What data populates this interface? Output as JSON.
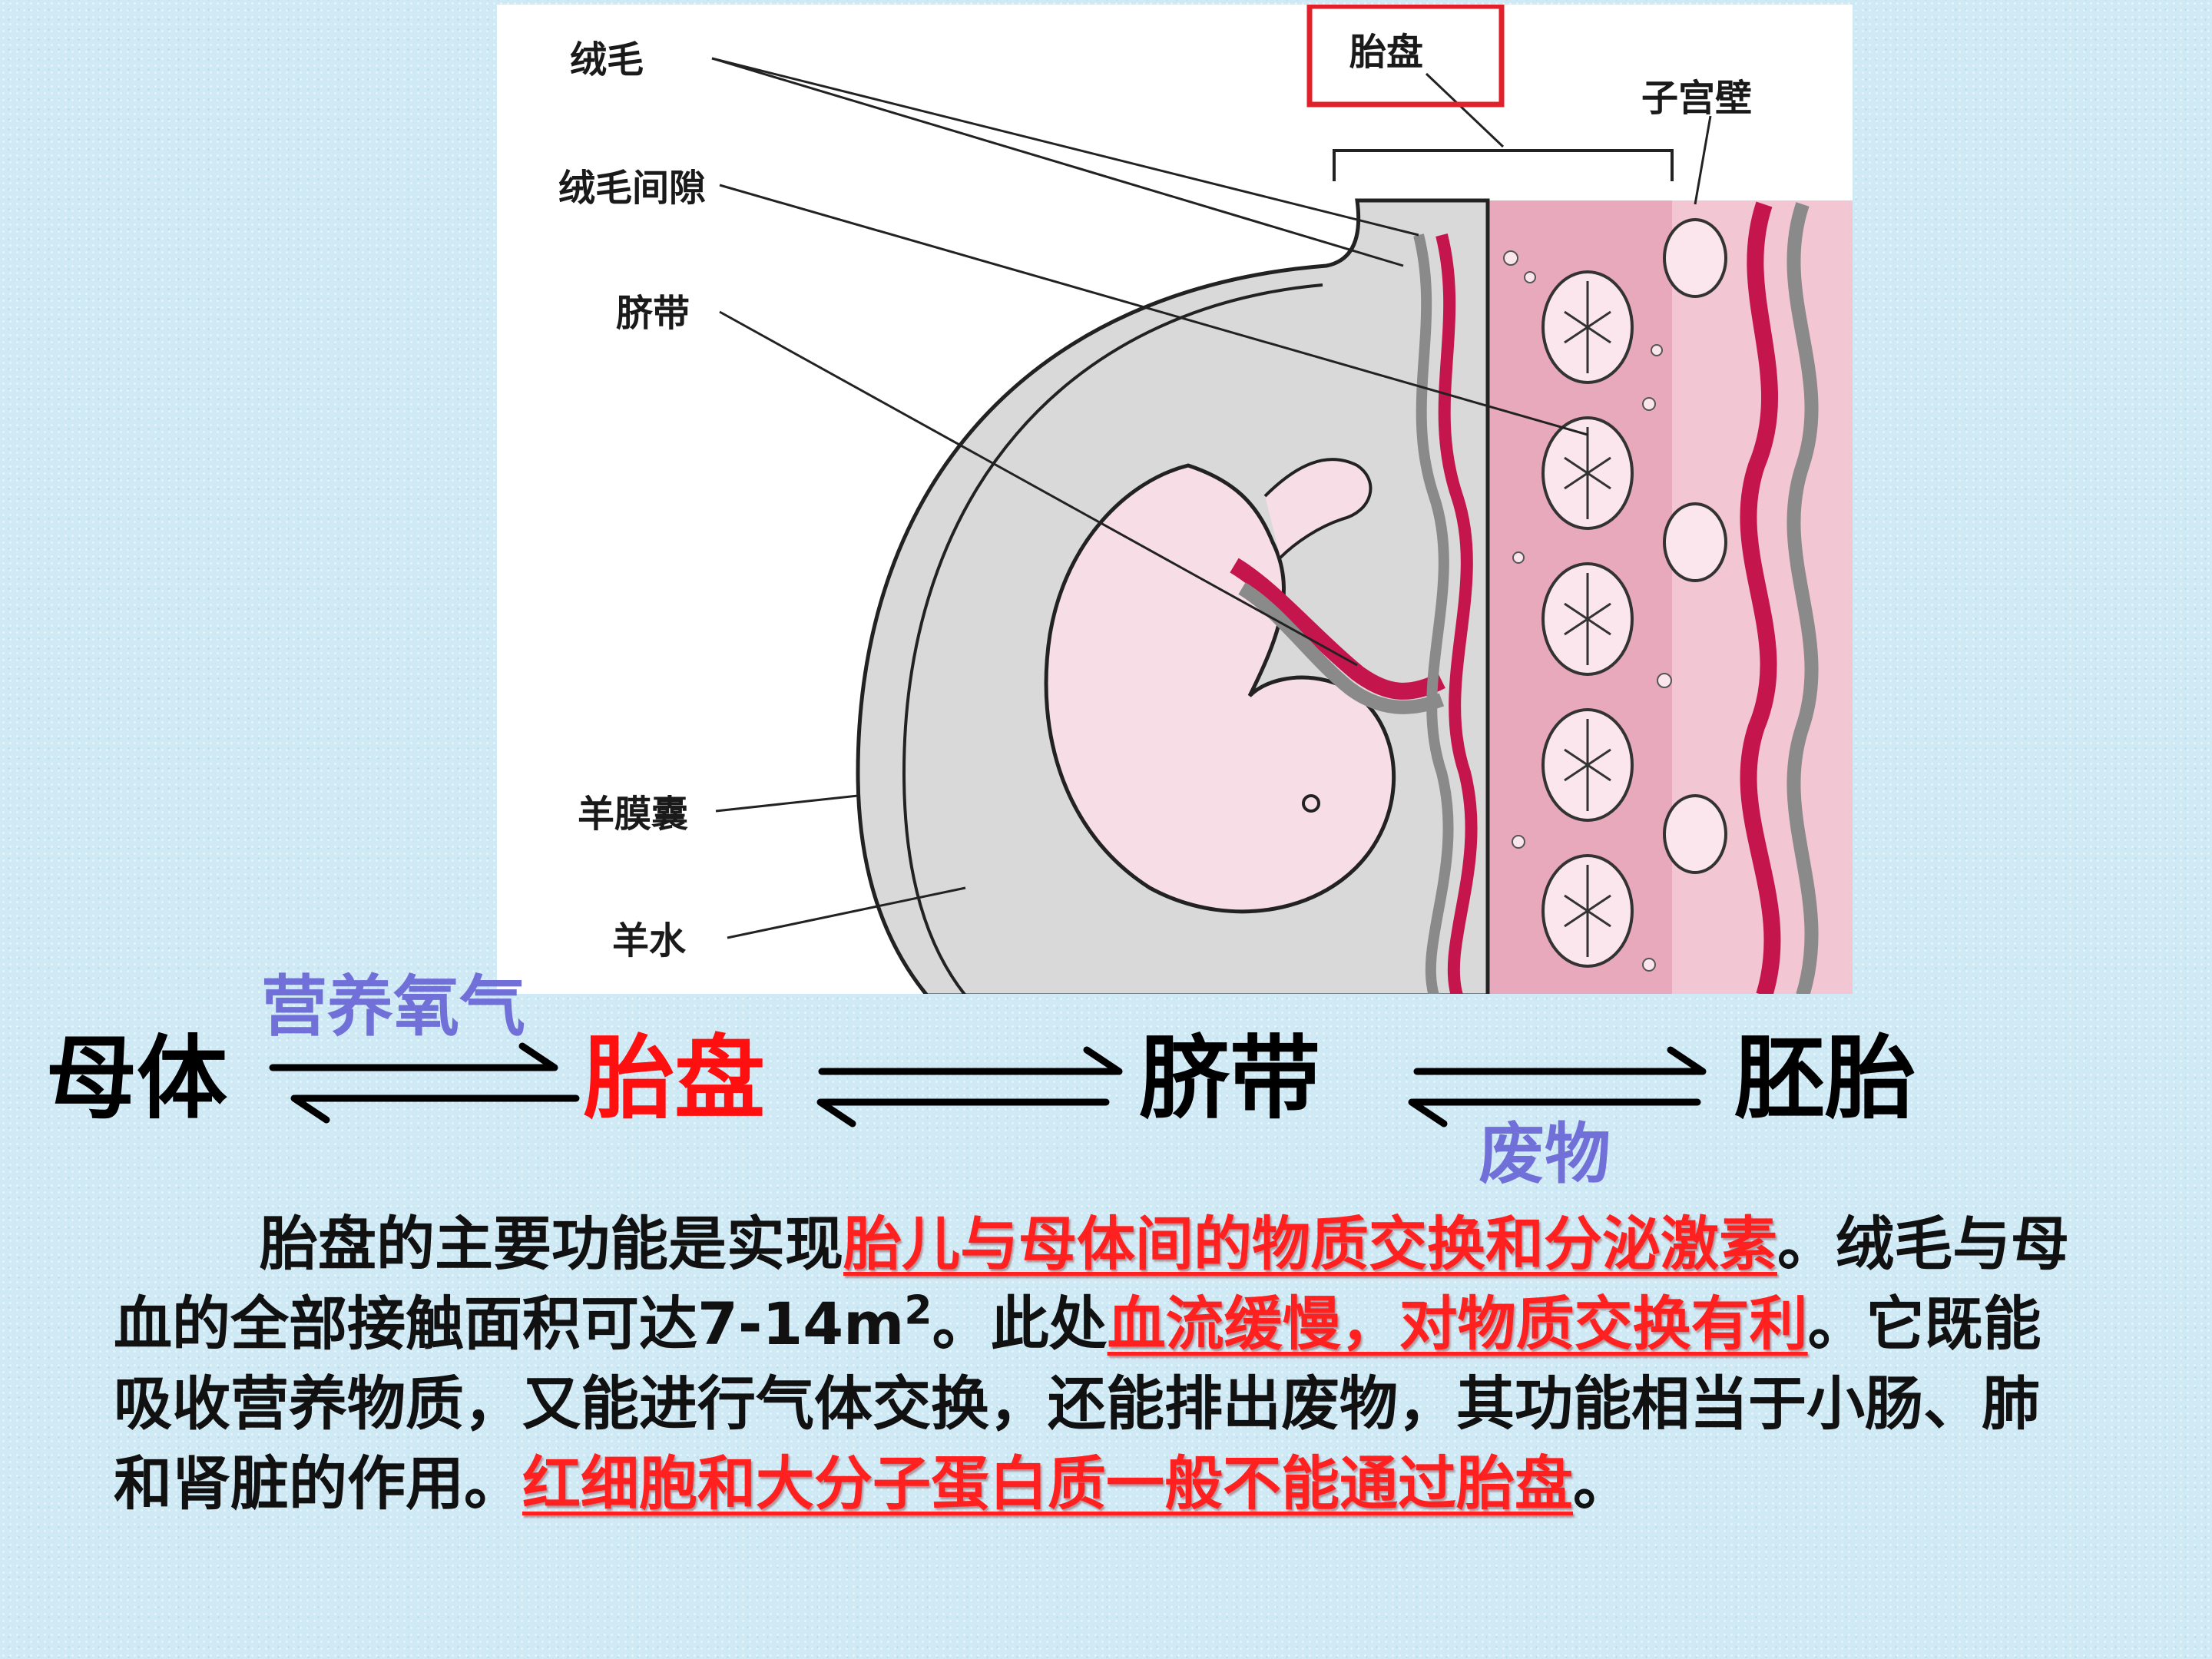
{
  "diagram": {
    "labels": {
      "villi": "绒毛",
      "intervillous_space": "绒毛间隙",
      "umbilical_cord": "脐带",
      "placenta": "胎盘",
      "uterine_wall": "子宫壁",
      "amnion": "羊膜囊",
      "amniotic_fluid": "羊水"
    },
    "colors": {
      "highlight_box": "#e0202a",
      "blood_red": "#c4154d",
      "vessel_gray": "#8a8a8a",
      "uterine_pink": "#f0bccc"
    }
  },
  "flow": {
    "mother": "母体",
    "placenta": "胎盘",
    "cord": "脐带",
    "embryo": "胚胎",
    "nutrient_label": "营养氧气",
    "waste_label": "废物"
  },
  "paragraph": {
    "p1": "胎盘的主要功能是实现",
    "h1": "胎儿与母体间的物质交换和分泌激素",
    "p2": "。绒毛与母血的全部接触面积可达7-14m",
    "sup": "2",
    "p3": "。此处",
    "h2": "血流缓慢，对物质交换有利",
    "p4": "。它既能吸收营养物质，又能进行气体交换，还能排出废物，其功能相当于小肠、肺和肾脏的作用。",
    "h3": "红细胞和大分子蛋白质一般不能通过胎盘",
    "p5": "。"
  }
}
